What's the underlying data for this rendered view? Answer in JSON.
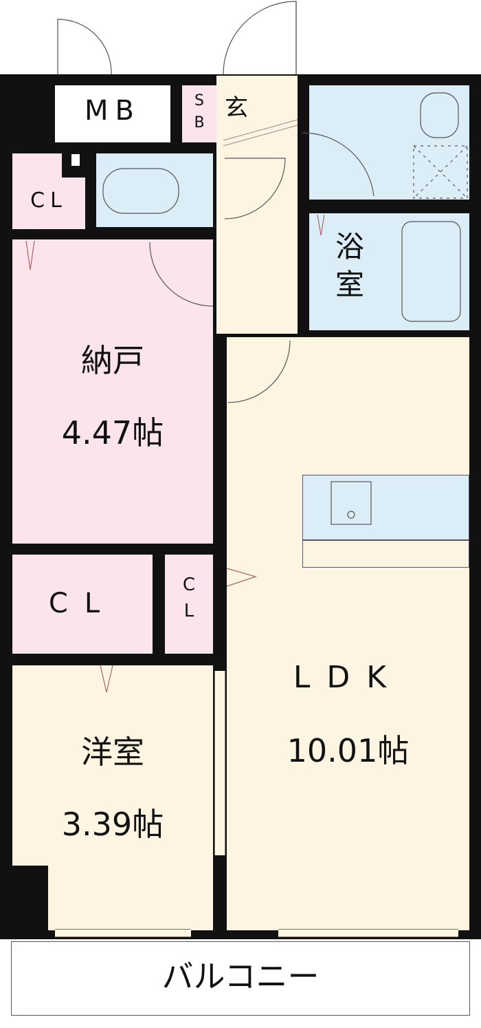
{
  "floorplan": {
    "rooms": {
      "mb": {
        "label": "MB"
      },
      "sb": {
        "label_line1": "S",
        "label_line2": "B"
      },
      "entrance": {
        "label": "玄"
      },
      "closet_top": {
        "label": "CL"
      },
      "bathroom": {
        "label_line1": "浴",
        "label_line2": "室"
      },
      "storage": {
        "name": "納戸",
        "size": "4.47帖"
      },
      "closet_mid": {
        "label": "CL"
      },
      "closet_small": {
        "label_line1": "C",
        "label_line2": "L"
      },
      "western_room": {
        "name": "洋室",
        "size": "3.39帖"
      },
      "ldk": {
        "name": "LDK",
        "size": "10.01帖"
      },
      "balcony": {
        "label": "バルコニー"
      }
    },
    "colors": {
      "pink": "#fbe4ec",
      "blue": "#dbeef8",
      "cream": "#fdf5e1",
      "wall": "#111111"
    }
  }
}
